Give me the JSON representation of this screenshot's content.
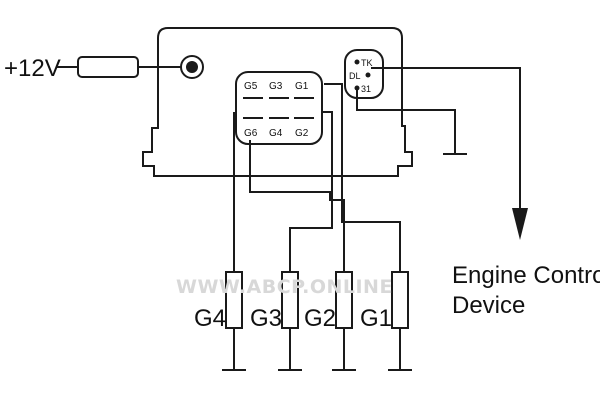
{
  "supply": {
    "label": "+12V"
  },
  "pins": {
    "top_row": [
      "G5",
      "G3",
      "G1"
    ],
    "bottom_row": [
      "G6",
      "G4",
      "G2"
    ]
  },
  "diag_connector": {
    "pin_tk": "TK",
    "pin_dl": "DL",
    "pin_31": "31"
  },
  "plugs": [
    "G4",
    "G3",
    "G2",
    "G1"
  ],
  "engine_control": {
    "line1": "Engine Control",
    "line2": "Device"
  },
  "watermark": "WWW.ABCP.ONLINE",
  "colors": {
    "line": "#1a1a1a",
    "watermark": "#d8d8d8"
  }
}
